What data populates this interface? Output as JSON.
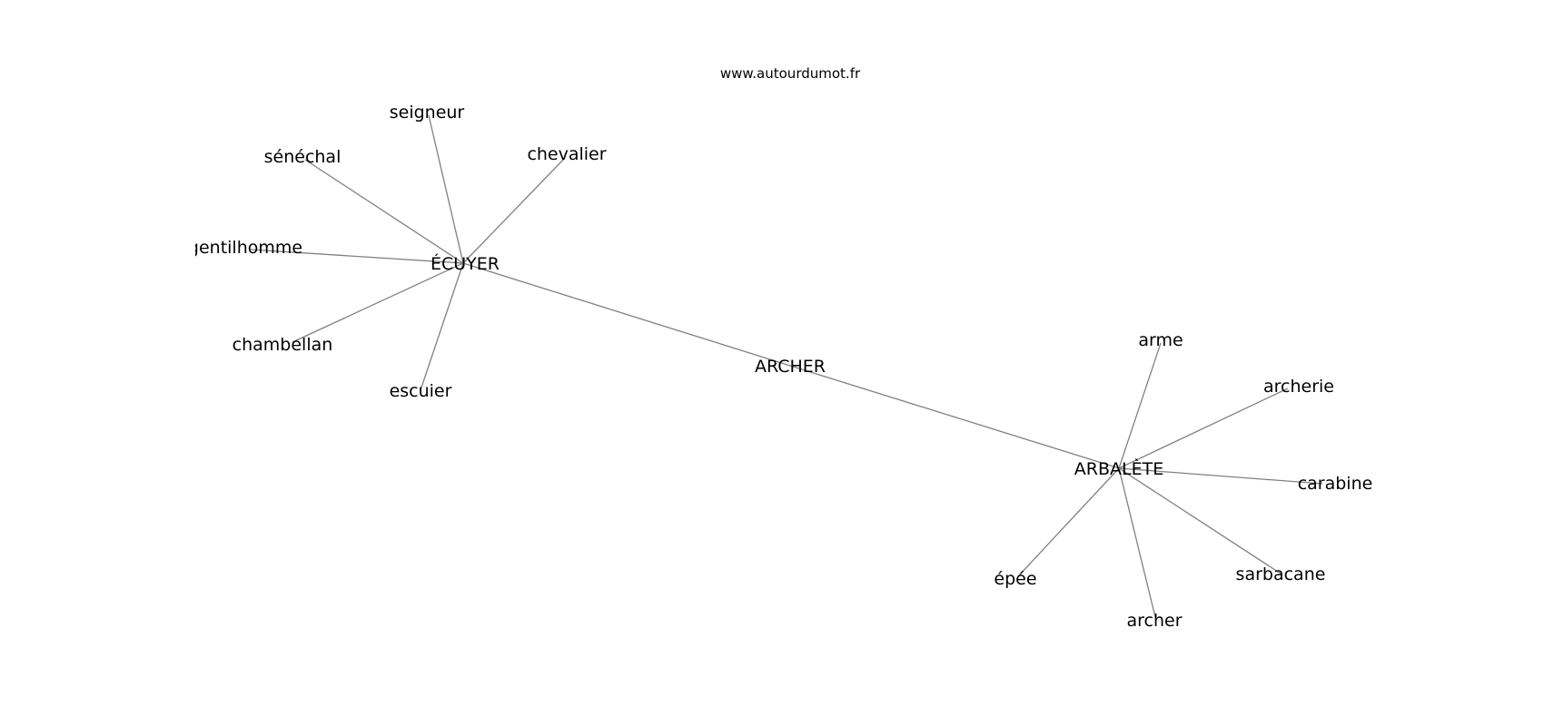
{
  "header": {
    "site": "www.autourdumot.fr"
  },
  "graph": {
    "center": "ARCHER",
    "hubs": [
      {
        "id": "ecuyer",
        "label": "ÉCUYER",
        "neighbors": [
          "seigneur",
          "sénéchal",
          "chevalier",
          "gentilhomme",
          "chambellan",
          "escuier"
        ]
      },
      {
        "id": "arbalete",
        "label": "ARBALÈTE",
        "neighbors": [
          "arme",
          "archerie",
          "carabine",
          "sarbacane",
          "archer",
          "épée"
        ]
      }
    ],
    "colors": {
      "edge": "#808080",
      "text": "#000000",
      "background": "#ffffff"
    }
  }
}
